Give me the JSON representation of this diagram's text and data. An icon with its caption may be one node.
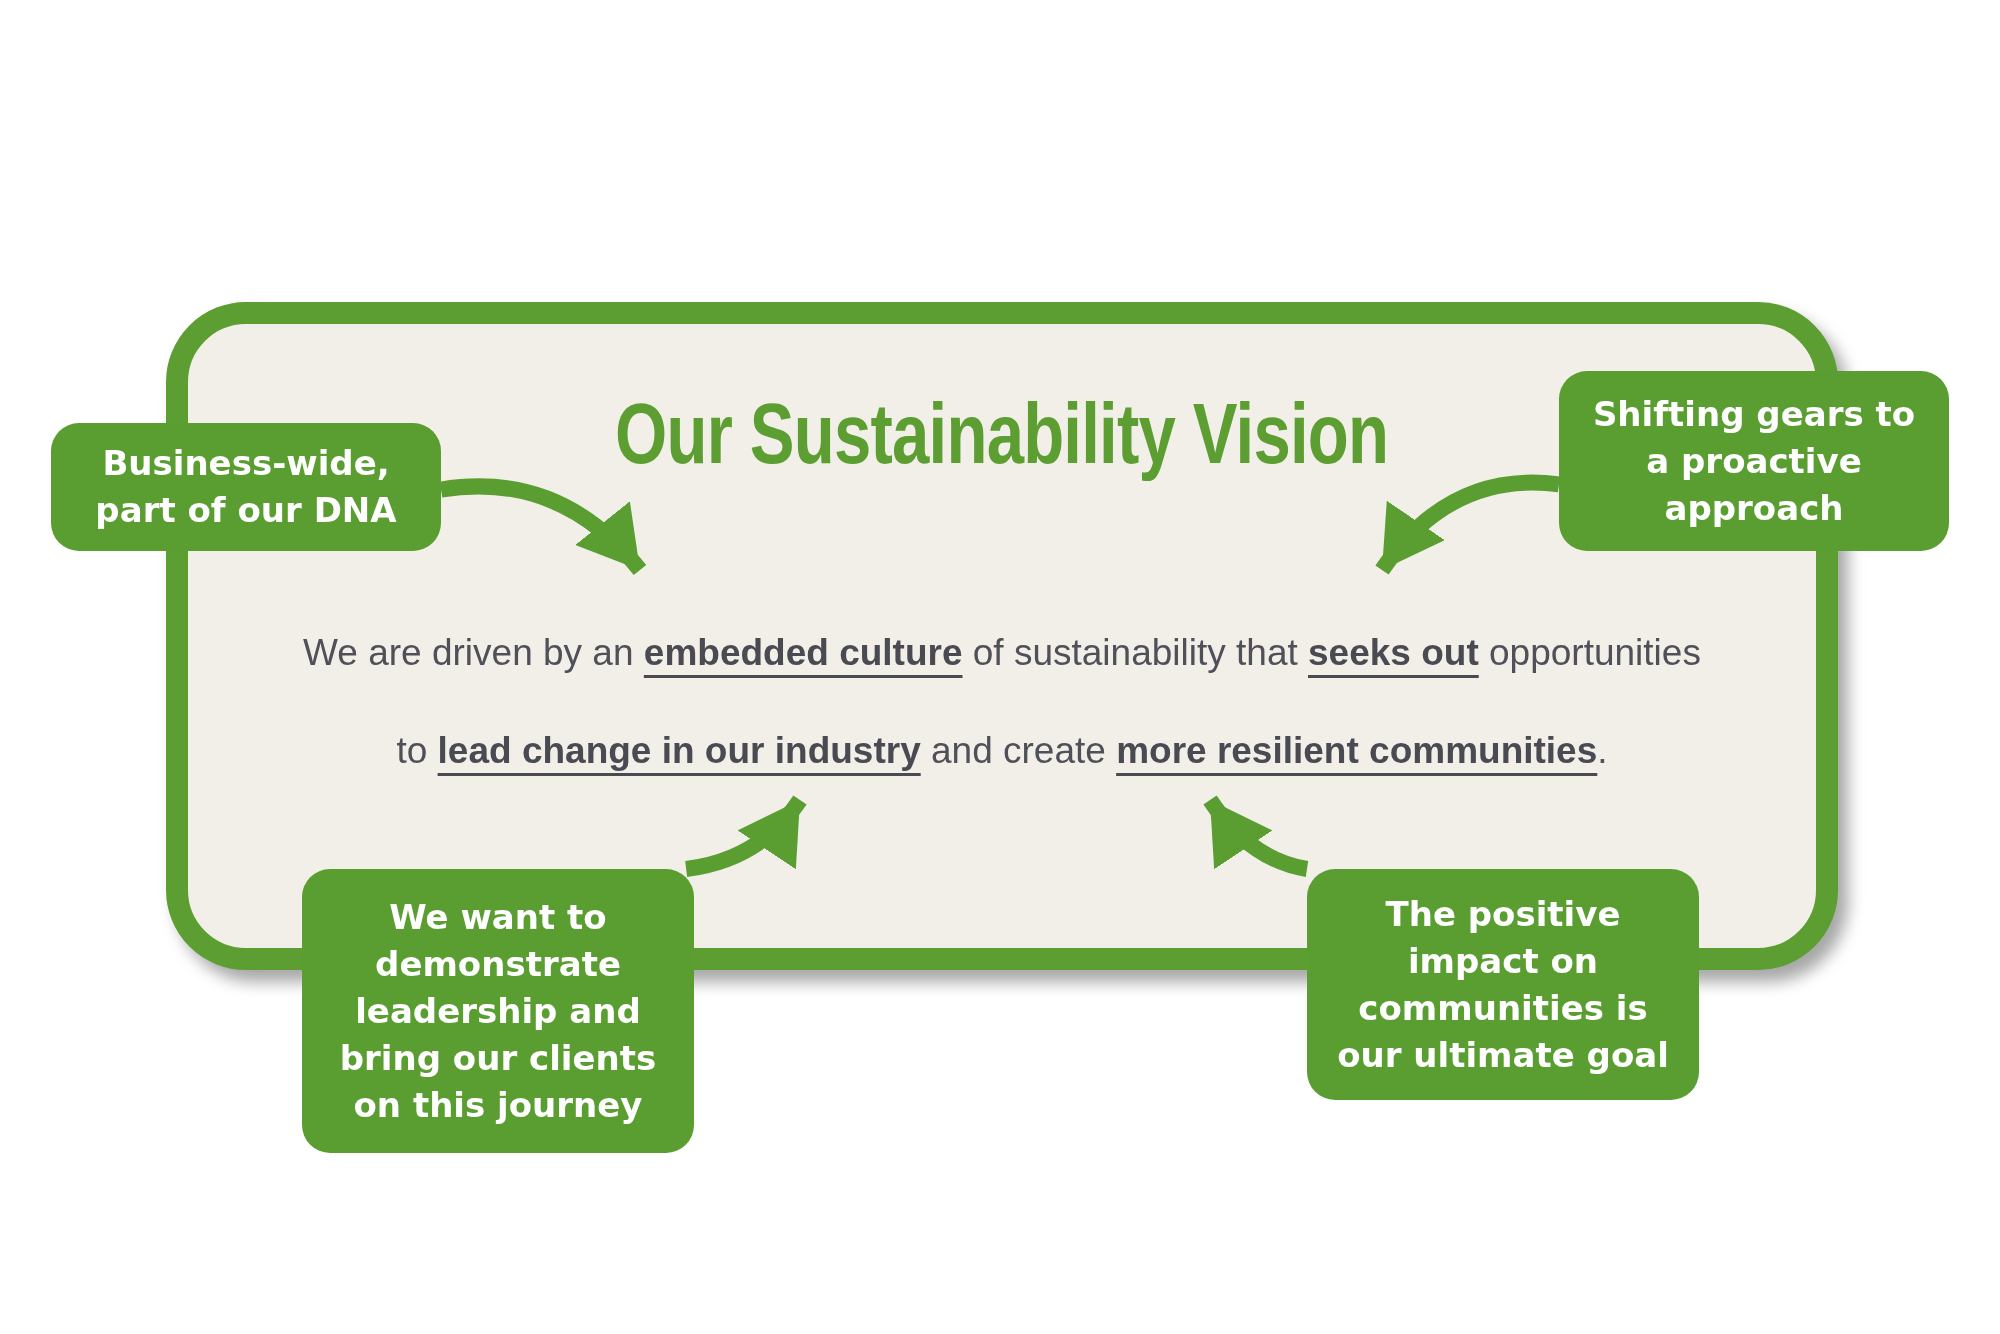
{
  "diagram": {
    "title": "Our Sustainability Vision",
    "nodes": [
      {
        "text": [
          "We are driven by an **embedded culture** of sustainability that **seeks out** opportunities to **lead change in our industry** and create **more resilient communities**."
        ]
      },
      {
        "text": [
          "Business-wide, part of our DNA"
        ]
      },
      {
        "text": [
          "Shifting gears to a proactive approach"
        ]
      },
      {
        "text": [
          "We want to demonstrate leadership and bring our clients on this journey"
        ]
      },
      {
        "text": [
          "The positive impact on communities is our ultimate goal"
        ]
      }
    ],
    "edges": [
      {
        "from": 1,
        "to": 0,
        "arrow": "to"
      },
      {
        "from": 2,
        "to": 0,
        "arrow": "to"
      },
      {
        "from": 3,
        "to": 0,
        "arrow": "to"
      },
      {
        "from": 4,
        "to": 0,
        "arrow": "to"
      }
    ]
  }
}
